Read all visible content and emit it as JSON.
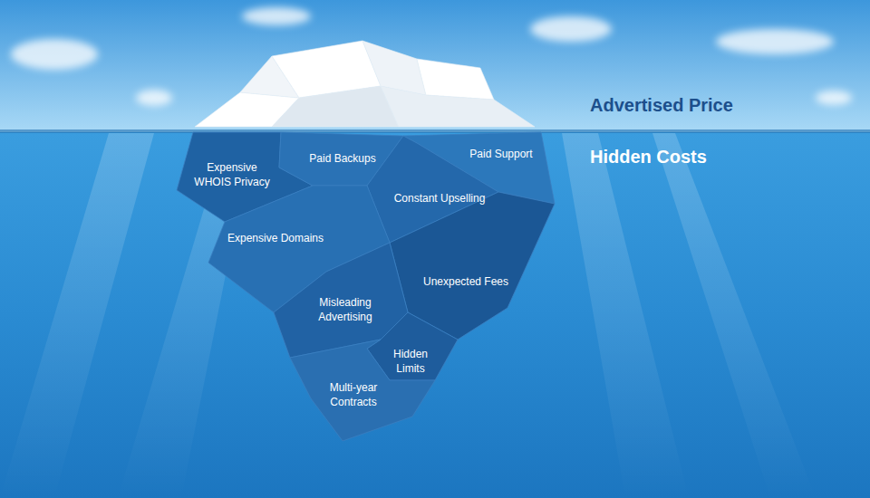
{
  "diagram": {
    "labels": [
      "Advertised Price",
      "Hidden Costs",
      "Expensive WHOIS Privacy",
      "Paid Backups",
      "Paid Support",
      "Constant Upselling",
      "Expensive Domains",
      "Unexpected Fees",
      "Misleading Advertising",
      "Hidden Limits",
      "Multi-year Contracts"
    ]
  }
}
